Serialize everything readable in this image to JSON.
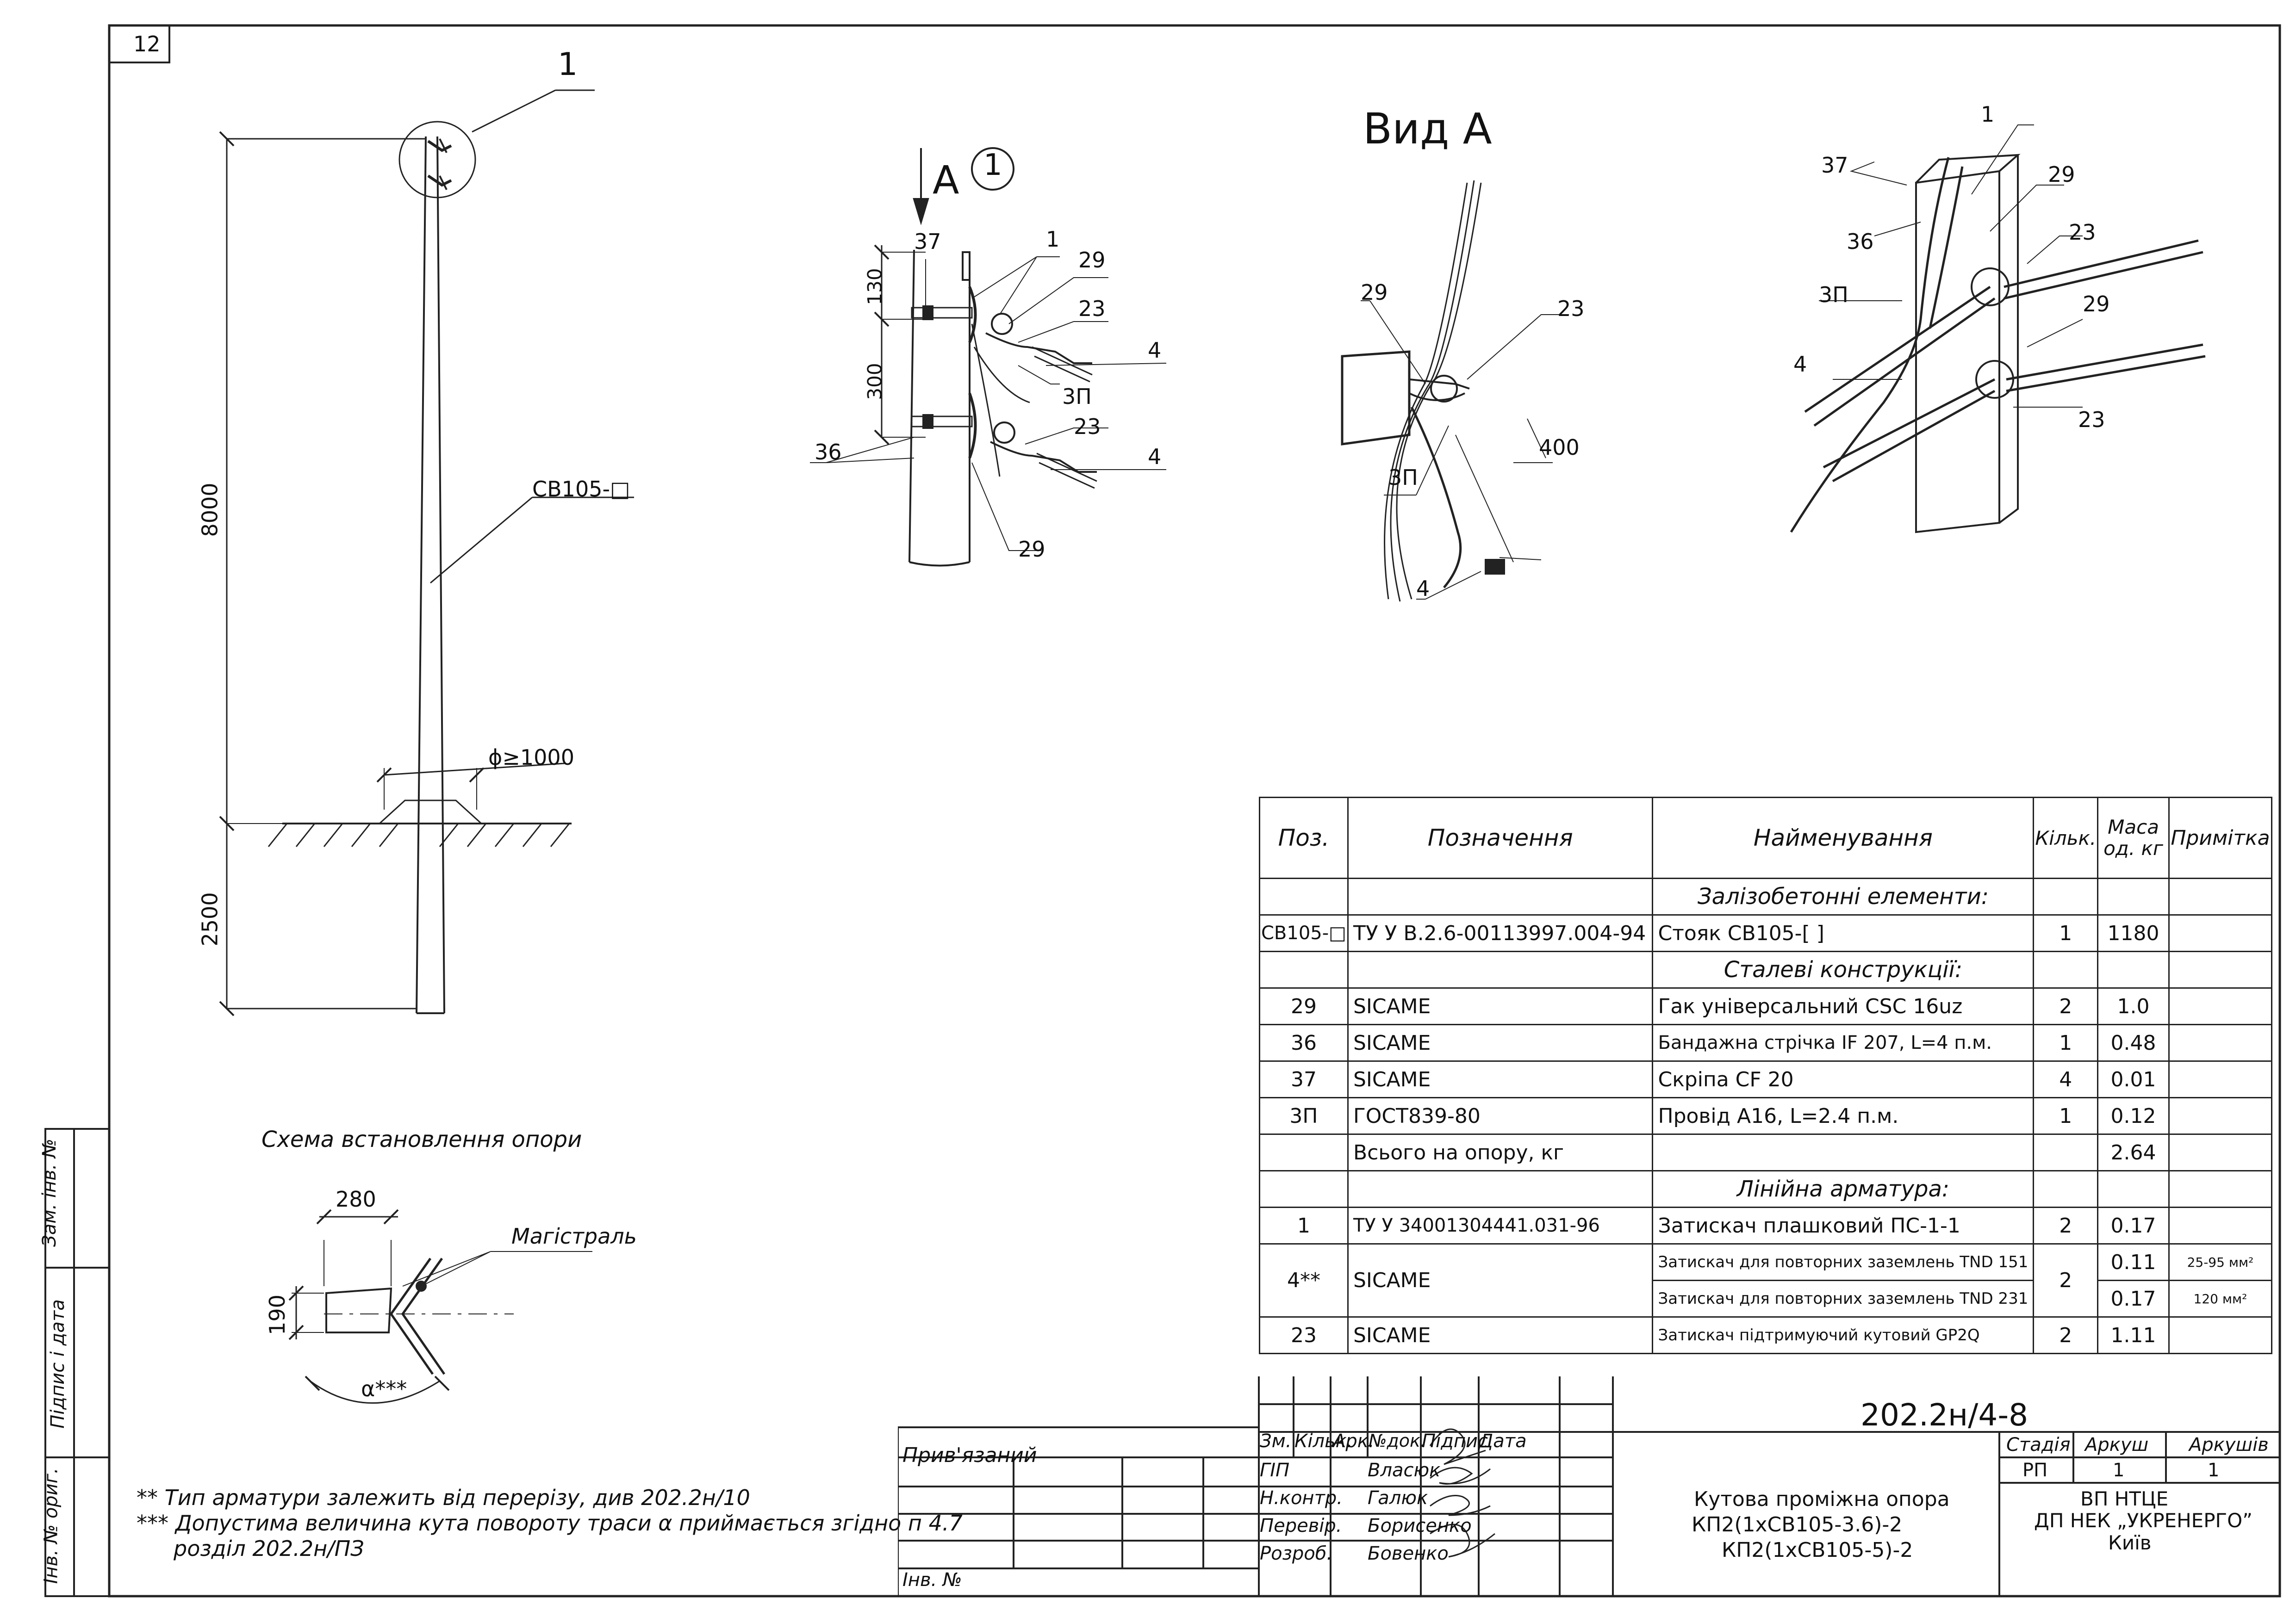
{
  "sheet": {
    "number": "12"
  },
  "pole_drawing": {
    "callout": "1",
    "pole_label": "СВ105-□",
    "height_above": "8000",
    "height_below": "2500",
    "diameter": "ϕ≥1000"
  },
  "detail": {
    "view_arrow": "А",
    "detail_num": "1",
    "dim_130": "130",
    "dim_300": "300",
    "labels": {
      "p37": "37",
      "p1": "1",
      "p29a": "29",
      "p23a": "23",
      "p4a": "4",
      "p3p": "3П",
      "p23b": "23",
      "p4b": "4",
      "p36": "36",
      "p29b": "29"
    }
  },
  "view_a": {
    "title": "Вид А",
    "labels": {
      "p29": "29",
      "p23": "23",
      "p400": "400",
      "p3p": "3П",
      "p4": "4"
    }
  },
  "iso": {
    "labels": {
      "p1": "1",
      "p37": "37",
      "p29a": "29",
      "p36": "36",
      "p23a": "23",
      "p3p": "3П",
      "p29b": "29",
      "p4": "4",
      "p23b": "23"
    }
  },
  "scheme": {
    "title": "Схема встановлення опори",
    "dim_280": "280",
    "dim_190": "190",
    "line_label": "Магістраль",
    "angle": "α***"
  },
  "notes": [
    "** Тип арматури залежить від перерізу, див 202.2н/10",
    "*** Допустима величина кута повороту траси α приймається згідно п 4.7",
    "розділ 202.2н/ПЗ"
  ],
  "side_stamps": [
    "Зам. інв. №",
    "Підпис і дата",
    "Інв. № ориг."
  ],
  "spec": {
    "headers": {
      "pos": "Поз.",
      "designation": "Позначення",
      "name": "Найменування",
      "qty": "Кільк.",
      "mass_top": "Маса",
      "mass_bottom": "од. кг",
      "note": "Примітка"
    },
    "section_rc": "Залізобетонні елементи:",
    "row_sv": {
      "pos": "СВ105-□",
      "designation": "ТУ У В.2.6-00113997.004-94",
      "name": "Стояк СВ105-[        ]",
      "qty": "1",
      "mass": "1180"
    },
    "section_steel": "Сталеві конструкції:",
    "steel_rows": [
      {
        "pos": "29",
        "designation": "SICAME",
        "name": "Гак універсальний CSC 16uz",
        "qty": "2",
        "mass": "1.0"
      },
      {
        "pos": "36",
        "designation": "SICAME",
        "name": "Бандажна стрічка IF 207, L=4 п.м.",
        "qty": "1",
        "mass": "0.48"
      },
      {
        "pos": "37",
        "designation": "SICAME",
        "name": "Скріпа CF 20",
        "qty": "4",
        "mass": "0.01"
      },
      {
        "pos": "3П",
        "designation": "ГОСТ839-80",
        "name": "Провід А16, L=2.4 п.м.",
        "qty": "1",
        "mass": "0.12"
      }
    ],
    "total_label": "Всього на опору, кг",
    "total_mass": "2.64",
    "section_line": "Лінійна арматура:",
    "row_1": {
      "pos": "1",
      "designation": "ТУ У 34001304441.031-96",
      "name": "Затискач плашковий ПС-1-1",
      "qty": "2",
      "mass": "0.17"
    },
    "row_4": {
      "pos": "4**",
      "designation": "SICAME",
      "name_a": "Затискач для повторних заземлень TND 151",
      "name_b": "Затискач для повторних заземлень TND 231",
      "qty": "2",
      "mass_a": "0.11",
      "mass_b": "0.17",
      "note_a": "25-95 мм²",
      "note_b": "120 мм²"
    },
    "row_23": {
      "pos": "23",
      "designation": "SICAME",
      "name": "Затискач підтримуючий кутовий GP2Q",
      "qty": "2",
      "mass": "1.11"
    }
  },
  "title_block": {
    "code": "202.2н/4-8",
    "attached": "Прив'язаний",
    "inv": "Інв. №",
    "cols": [
      "Зм.",
      "Кільк.",
      "Арк.",
      "№док.",
      "Підпис",
      "Дата"
    ],
    "people": [
      {
        "role": "ГІП",
        "name": "Власюк"
      },
      {
        "role": "Н.контр.",
        "name": "Галюк"
      },
      {
        "role": "Перевір.",
        "name": "Борисенко"
      },
      {
        "role": "Розроб.",
        "name": "Бовенко"
      }
    ],
    "title_lines": [
      "Кутова проміжна опора",
      "КП2(1хСВ105-3.6)-2",
      "КП2(1хСВ105-5)-2"
    ],
    "stage_label": "Стадія",
    "sheet_label": "Аркуш",
    "sheets_label": "Аркушів",
    "stage": "РП",
    "sheet": "1",
    "sheets": "1",
    "org_lines": [
      "ВП НТЦЕ",
      "ДП НЕК „УКРЕНЕРГО”",
      "Київ"
    ]
  }
}
